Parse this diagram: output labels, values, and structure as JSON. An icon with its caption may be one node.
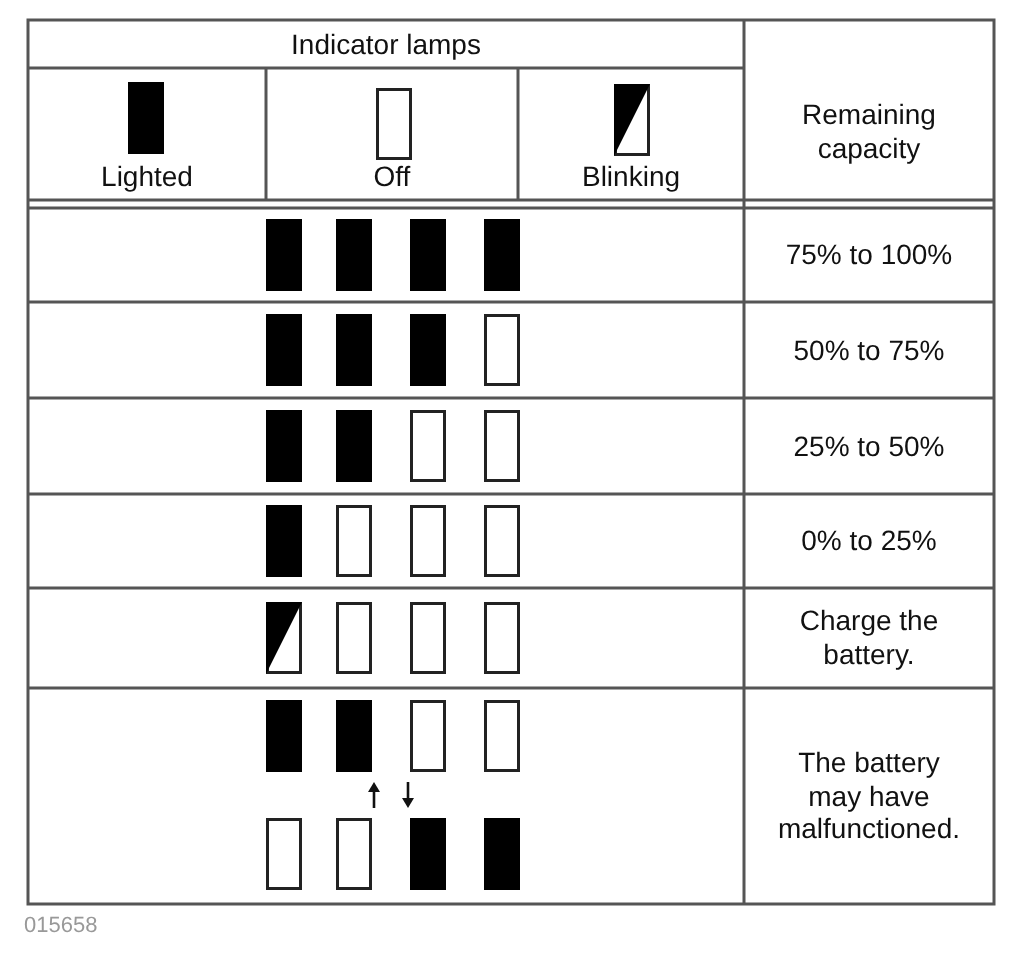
{
  "diagram": {
    "labels": [
      "Indicator lamps",
      "Lighted",
      "Off",
      "Blinking",
      "Remaining capacity",
      "75% to 100%",
      "50% to 75%",
      "25% to 50%",
      "0% to 25%",
      "Charge the battery.",
      "The battery may have malfunctioned.",
      "015658"
    ]
  }
}
